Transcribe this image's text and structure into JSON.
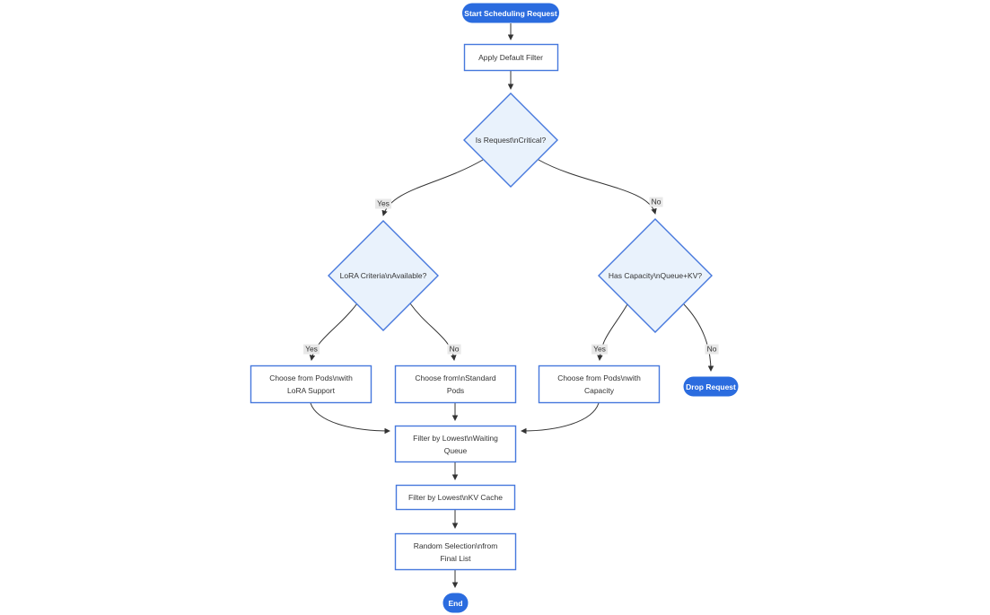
{
  "diagram": {
    "type": "flowchart",
    "direction": "top-down",
    "colors": {
      "accent_fill": "#2b6cdf",
      "accent_text": "#ffffff",
      "node_fill": "#ffffff",
      "node_border": "#4678dd",
      "decision_fill": "#e9f2fc",
      "edge": "#333333",
      "edge_label_bg": "#e8e8e8",
      "text": "#333333"
    },
    "nodes": [
      {
        "id": "start",
        "shape": "stadium",
        "label": "Start Scheduling Request",
        "lines": [
          "Start Scheduling Request"
        ]
      },
      {
        "id": "apply_filter",
        "shape": "rect",
        "label": "Apply Default Filter",
        "lines": [
          "Apply Default Filter"
        ]
      },
      {
        "id": "is_critical",
        "shape": "diamond",
        "label": "Is Request\\nCritical?",
        "lines": [
          "Is Request\\nCritical?"
        ]
      },
      {
        "id": "lora_criteria",
        "shape": "diamond",
        "label": "LoRA Criteria\\nAvailable?",
        "lines": [
          "LoRA Criteria\\nAvailable?"
        ]
      },
      {
        "id": "has_capacity",
        "shape": "diamond",
        "label": "Has Capacity\\nQueue+KV?",
        "lines": [
          "Has Capacity\\nQueue+KV?"
        ]
      },
      {
        "id": "choose_lora",
        "shape": "rect",
        "label": "Choose from Pods\\nwith LoRA Support",
        "lines": [
          "Choose from Pods\\nwith",
          "LoRA Support"
        ]
      },
      {
        "id": "choose_standard",
        "shape": "rect",
        "label": "Choose from\\nStandard Pods",
        "lines": [
          "Choose from\\nStandard",
          "Pods"
        ]
      },
      {
        "id": "choose_capacity",
        "shape": "rect",
        "label": "Choose from Pods\\nwith Capacity",
        "lines": [
          "Choose from Pods\\nwith",
          "Capacity"
        ]
      },
      {
        "id": "drop_request",
        "shape": "stadium",
        "label": "Drop Request",
        "lines": [
          "Drop Request"
        ]
      },
      {
        "id": "filter_queue",
        "shape": "rect",
        "label": "Filter by Lowest\\nWaiting Queue",
        "lines": [
          "Filter by Lowest\\nWaiting",
          "Queue"
        ]
      },
      {
        "id": "filter_kv",
        "shape": "rect",
        "label": "Filter by Lowest\\nKV Cache",
        "lines": [
          "Filter by Lowest\\nKV Cache"
        ]
      },
      {
        "id": "random_selection",
        "shape": "rect",
        "label": "Random Selection\\nfrom Final List",
        "lines": [
          "Random Selection\\nfrom",
          "Final List"
        ]
      },
      {
        "id": "end",
        "shape": "stadium",
        "label": "End",
        "lines": [
          "End"
        ]
      }
    ],
    "edges": [
      {
        "from": "start",
        "to": "apply_filter",
        "label": ""
      },
      {
        "from": "apply_filter",
        "to": "is_critical",
        "label": ""
      },
      {
        "from": "is_critical",
        "to": "lora_criteria",
        "label": "Yes"
      },
      {
        "from": "is_critical",
        "to": "has_capacity",
        "label": "No"
      },
      {
        "from": "lora_criteria",
        "to": "choose_lora",
        "label": "Yes"
      },
      {
        "from": "lora_criteria",
        "to": "choose_standard",
        "label": "No"
      },
      {
        "from": "has_capacity",
        "to": "choose_capacity",
        "label": "Yes"
      },
      {
        "from": "has_capacity",
        "to": "drop_request",
        "label": "No"
      },
      {
        "from": "choose_lora",
        "to": "filter_queue",
        "label": ""
      },
      {
        "from": "choose_standard",
        "to": "filter_queue",
        "label": ""
      },
      {
        "from": "choose_capacity",
        "to": "filter_queue",
        "label": ""
      },
      {
        "from": "filter_queue",
        "to": "filter_kv",
        "label": ""
      },
      {
        "from": "filter_kv",
        "to": "random_selection",
        "label": ""
      },
      {
        "from": "random_selection",
        "to": "end",
        "label": ""
      }
    ]
  }
}
